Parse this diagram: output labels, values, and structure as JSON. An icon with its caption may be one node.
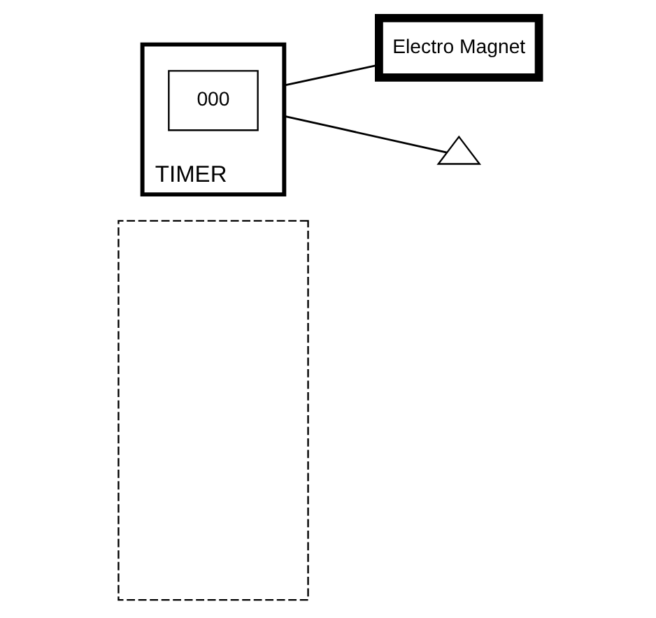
{
  "diagram": {
    "nodes": [
      {
        "text": [],
        "shape": "box"
      },
      {
        "text": [
          "Electro Magnet"
        ]
      },
      {
        "text": [
          "TIMER"
        ]
      },
      {
        "text": [
          "000"
        ],
        "in": 2
      },
      {
        "text": [],
        "shape": "triangle"
      }
    ],
    "edges": [
      {
        "from": 2,
        "to": 1,
        "arrow": "none"
      },
      {
        "from": 2,
        "to": 4,
        "arrow": "none"
      }
    ]
  }
}
